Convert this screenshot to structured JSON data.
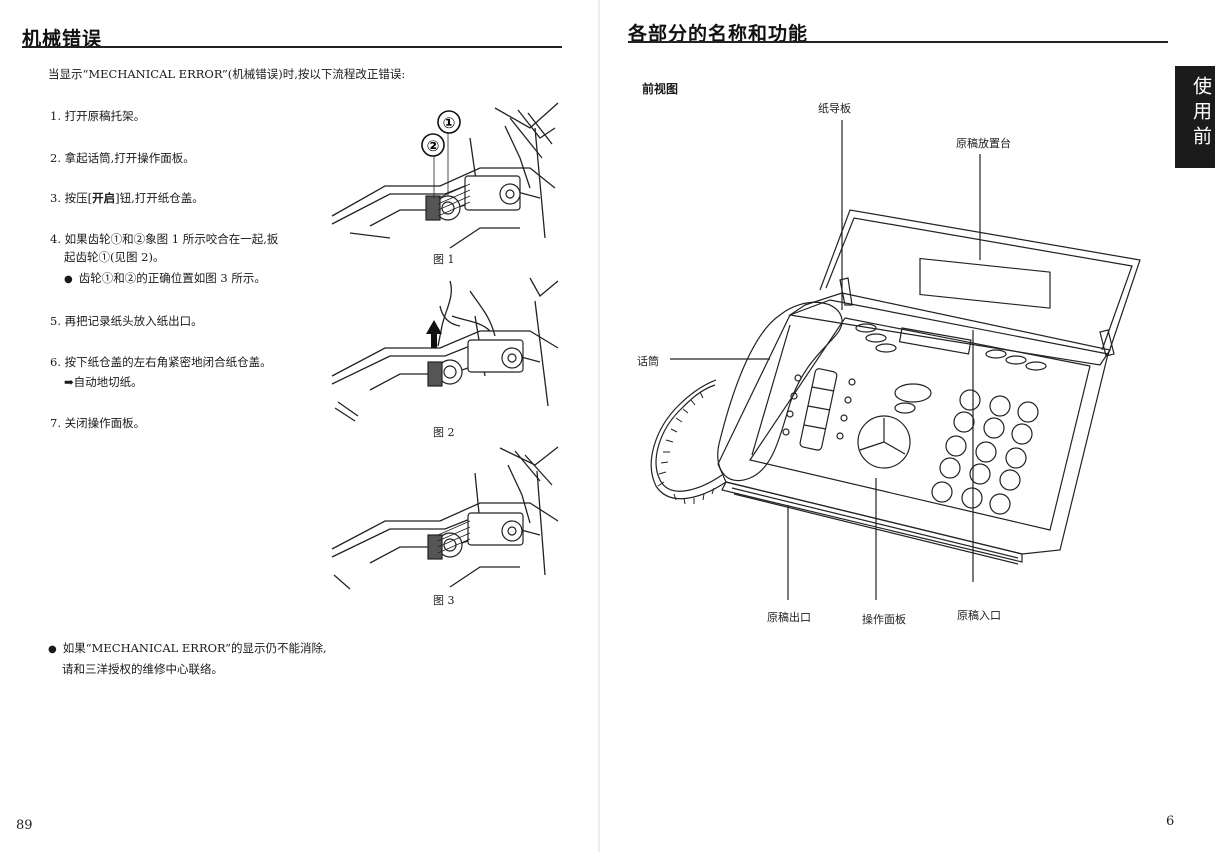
{
  "left_page": {
    "title": "机械错误",
    "intro": "当显示“MECHANICAL ERROR”(机械错误)时,按以下流程改正错误:",
    "steps": {
      "s1": "1. 打开原稿托架。",
      "s2": "2. 拿起话筒,打开操作面板。",
      "s3_pre": "3. 按压[",
      "s3_key": "开启",
      "s3_post": "]钮,打开纸仓盖。",
      "s4_l1": "4. 如果齿轮①和②象图 1 所示咬合在一起,扳",
      "s4_l2": "起齿轮①(见图 2)。",
      "s4_bullet": "齿轮①和②的正确位置如图 3 所示。",
      "s5": "5. 再把记录纸头放入纸出口。",
      "s6_l1": "6. 按下纸仓盖的左右角紧密地闭合纸仓盖。",
      "s6_l2": "➡自动地切纸。",
      "s7": "7. 关闭操作面板。"
    },
    "figures": {
      "fig1": "图 1",
      "fig2": "图 2",
      "fig3": "图 3",
      "gear1": "①",
      "gear2": "②"
    },
    "note_l1": "如果“MECHANICAL ERROR”的显示仍不能消除,",
    "note_l2": "请和三洋授权的维修中心联络。",
    "page_number": "89"
  },
  "right_page": {
    "title": "各部分的名称和功能",
    "subtitle": "前视图",
    "labels": {
      "paper_guide": "纸导板",
      "doc_tray": "原稿放置台",
      "handset": "话筒",
      "doc_exit": "原稿出口",
      "control_panel": "操作面板",
      "doc_entry": "原稿入口"
    },
    "side_tab": "使用前",
    "page_number": "6"
  }
}
